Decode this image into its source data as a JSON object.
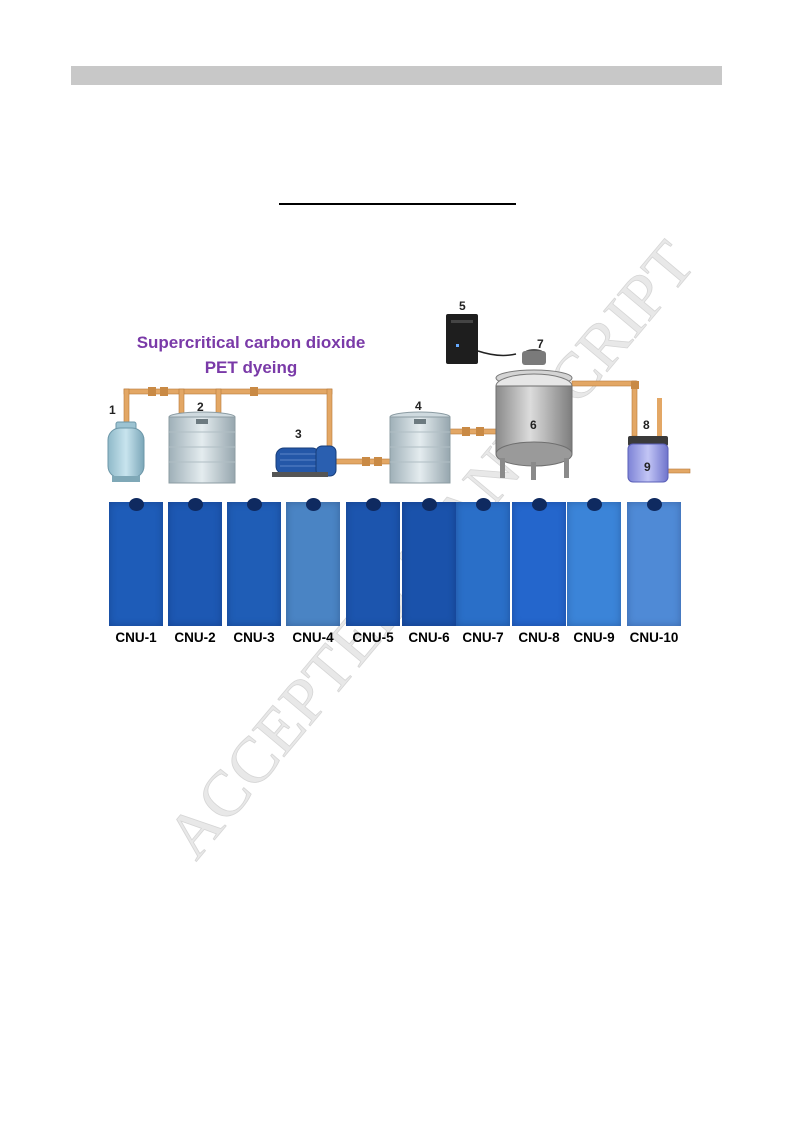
{
  "figure": {
    "title_line1": "Supercritical carbon dioxide",
    "title_line2": "PET dyeing",
    "component_numbers": [
      "1",
      "2",
      "3",
      "4",
      "5",
      "6",
      "7",
      "8",
      "9"
    ],
    "samples": [
      {
        "label": "CNU-1",
        "color": "#1e5cb8"
      },
      {
        "label": "CNU-2",
        "color": "#1d58b3"
      },
      {
        "label": "CNU-3",
        "color": "#1f5db6"
      },
      {
        "label": "CNU-4",
        "color": "#4a84c4"
      },
      {
        "label": "CNU-5",
        "color": "#1c55ae"
      },
      {
        "label": "CNU-6",
        "color": "#1a52ab"
      },
      {
        "label": "CNU-7",
        "color": "#2a6fc8"
      },
      {
        "label": "CNU-8",
        "color": "#2466cc"
      },
      {
        "label": "CNU-9",
        "color": "#3b84d8"
      },
      {
        "label": "CNU-10",
        "color": "#4f8ad6"
      }
    ]
  },
  "watermark": {
    "text": "ACCEPTED MANUSCRIPT",
    "color": "#e6e6e6"
  }
}
